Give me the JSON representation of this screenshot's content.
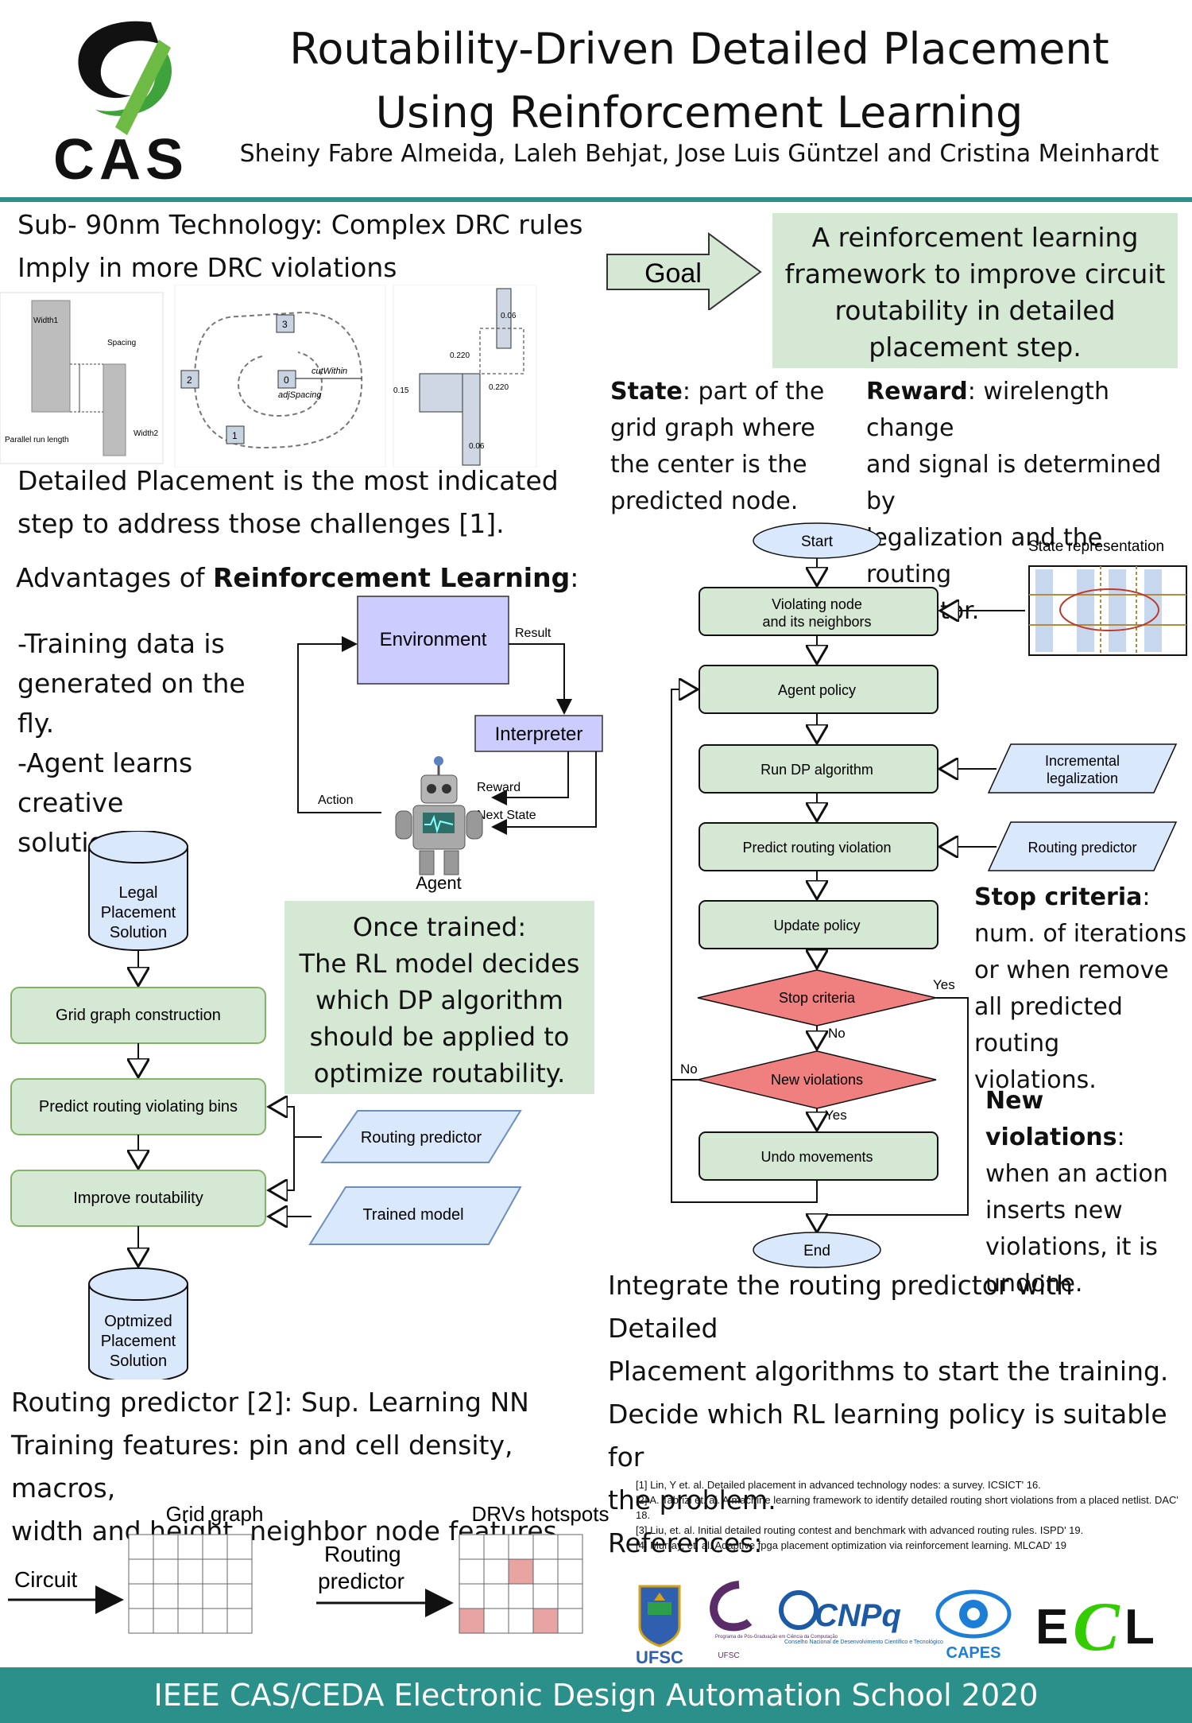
{
  "header": {
    "logo_text": "CAS",
    "title_line1": "Routability-Driven Detailed Placement",
    "title_line2": "Using Reinforcement Learning",
    "authors": "Sheiny Fabre Almeida, Laleh Behjat, Jose Luis Güntzel and Cristina Meinhardt"
  },
  "left": {
    "intro_line1": "Sub- 90nm Technology: Complex DRC rules",
    "intro_line2": "Imply in more DRC violations",
    "drc_fig": {
      "width1": "Width1",
      "spacing": "Spacing",
      "width2": "Width2",
      "parallel": "Parallel run length",
      "n1": "1",
      "n2": "2",
      "n3": "3",
      "n0": "0",
      "cut_within": "cutWithin",
      "adj_spacing": "adjSpacing",
      "d006a": "0.06",
      "d0220a": "0.220",
      "d015": "0.15",
      "d0220b": "0.220",
      "d006b": "0.06"
    },
    "dp_line1": "Detailed Placement is the most indicated",
    "dp_line2": "step to address those challenges [1].",
    "adv_prefix": "Advantages of ",
    "adv_bold": "Reinforcement Learning",
    "adv_suffix": ":",
    "adv1_line1": "-Training data is",
    "adv1_line2": "generated on the fly.",
    "adv2_line1": "-Agent learns creative",
    "adv2_line2": "solutions.",
    "rl_loop": {
      "environment": "Environment",
      "interpreter": "Interpreter",
      "agent": "Agent",
      "result": "Result",
      "reward": "Reward",
      "next_state": "Next State",
      "action": "Action"
    },
    "trained_box": [
      "Once trained:",
      "The RL model decides",
      "which DP algorithm",
      "should be applied to",
      "optimize routability."
    ],
    "flow": {
      "legal": [
        "Legal",
        "Placement",
        "Solution"
      ],
      "grid": "Grid graph construction",
      "predict": "Predict routing violating bins",
      "improve": "Improve routability",
      "routing_predictor": "Routing predictor",
      "trained_model": "Trained model",
      "optimized": [
        "Optmized",
        "Placement",
        "Solution"
      ]
    },
    "rp_line1": "Routing predictor [2]: Sup. Learning NN",
    "rp_line2": "Training features: pin and cell density, macros,",
    "rp_line3": "width and height, neighbor node features.",
    "grid_fig": {
      "grid_graph": "Grid graph",
      "drvs": "DRVs hotspots",
      "circuit": "Circuit",
      "routing": "Routing",
      "predictor": "predictor"
    }
  },
  "right": {
    "goal": "Goal",
    "goal_box": [
      "A reinforcement learning",
      "framework to improve circuit",
      "routability in detailed",
      "placement step."
    ],
    "state_bold": "State",
    "state_lines": [
      ": part of the",
      "grid graph where",
      "the center is the",
      "predicted node."
    ],
    "reward_bold": "Reward",
    "reward_lines": [
      ": wirelength change",
      "and signal is determined by",
      "legalization and the routing",
      "predictor."
    ],
    "flow": {
      "start": "Start",
      "state_rep": "State representation",
      "violating": [
        "Violating node",
        "and its neighbors"
      ],
      "agent_policy": "Agent policy",
      "run_dp": "Run DP algorithm",
      "incremental": [
        "Incremental",
        "legalization"
      ],
      "predict": "Predict routing violation",
      "routing_predictor": "Routing predictor",
      "update": "Update policy",
      "stop": "Stop criteria",
      "new_viol": "New violations",
      "undo": "Undo movements",
      "end": "End",
      "yes1": "Yes",
      "no1": "No",
      "no2": "No",
      "yes2": "Yes"
    },
    "stop_bold": "Stop criteria",
    "stop_lines": [
      ":",
      "num. of iterations",
      "or when remove",
      "all predicted",
      "routing violations."
    ],
    "newv_bold": "New violations",
    "newv_lines": [
      ":",
      "when an action",
      "inserts new",
      "violations, it is",
      "undone."
    ],
    "integrate": [
      "Integrate the routing predictor with Detailed",
      "Placement algorithms to start the training.",
      "Decide which RL learning policy is suitable for",
      "the problem."
    ],
    "refs_title": "References:",
    "refs": [
      "[1] Lin, Y et. al. Detailed placement in advanced technology nodes: a survey. ICSICT' 16.",
      "[2] A. Tabrizi et. al. A machine learning framework to identify detailed routing short violations from a placed netlist. DAC' 18.",
      "[3] Liu, et. al. Initial detailed routing contest and benchmark with advanced routing rules. ISPD' 19.",
      "[4] Murray, et. al. Adaptive fpga placement optimization via reinforcement learning. MLCAD' 19"
    ],
    "logos": {
      "ufsc": "UFSC",
      "ppgcc": "Programa de Pós-Graduação em Ciência da Computação",
      "ppgcc_short": "UFSC",
      "cnpq": "CNPq",
      "cnpq_sub": "Conselho Nacional de Desenvolvimento Científico e Tecnológico",
      "capes": "CAPES",
      "ecl_e": "E",
      "ecl_c": "C",
      "ecl_l": "L"
    }
  },
  "footer": "IEEE CAS/CEDA Electronic Design Automation School 2020"
}
